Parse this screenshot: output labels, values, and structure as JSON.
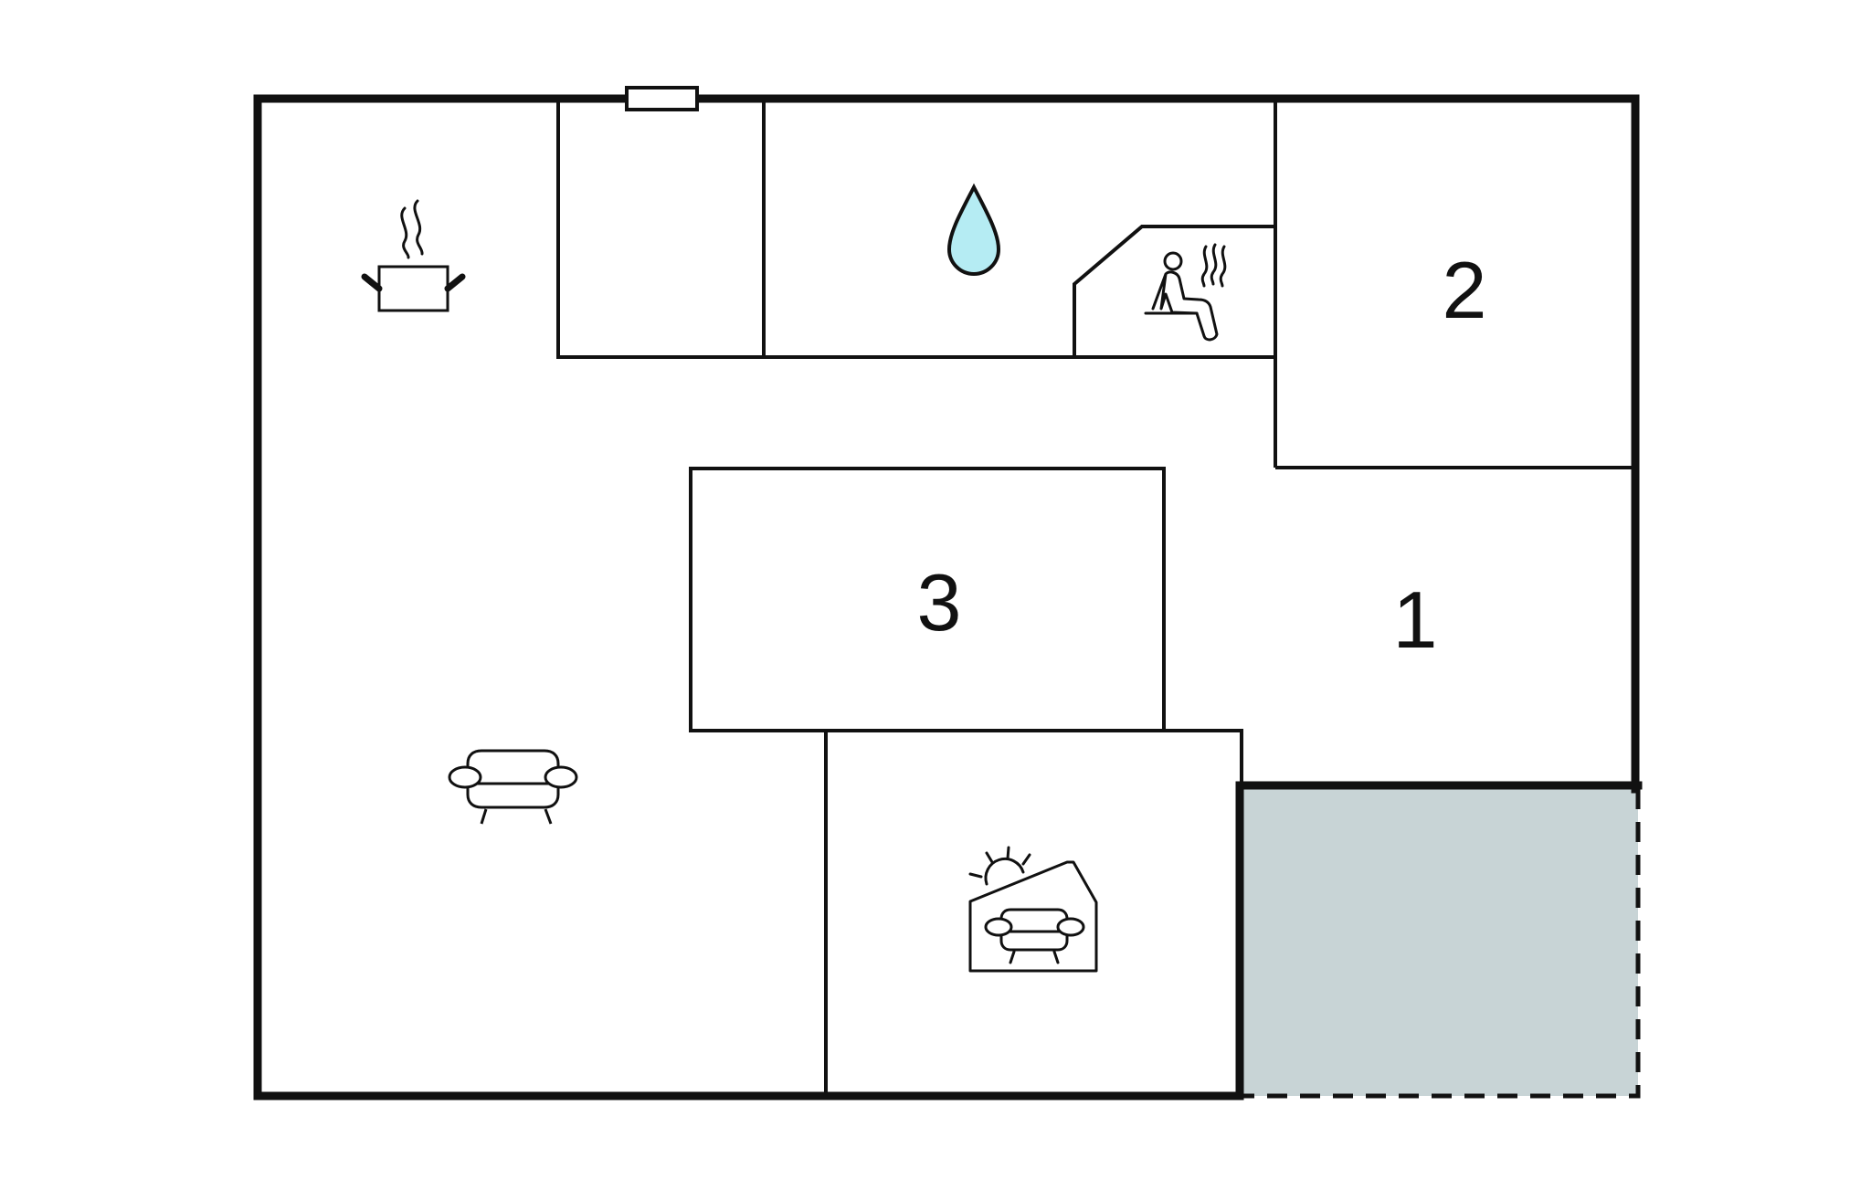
{
  "floorplan": {
    "rooms": [
      {
        "id": "bedroom-1",
        "label": "1"
      },
      {
        "id": "bedroom-2",
        "label": "2"
      },
      {
        "id": "bedroom-3",
        "label": "3"
      }
    ],
    "icons": {
      "kitchen": "cooking-pot-icon",
      "bathroom": "water-drop-icon",
      "sauna": "sauna-person-icon",
      "living_room": "sofa-icon",
      "sunroom": "sunroom-sofa-icon",
      "window": "window-icon"
    },
    "colors": {
      "wall": "#111111",
      "terrace_fill": "#c8d4d6",
      "water_drop": "#b5ecf3",
      "background": "#ffffff"
    }
  }
}
